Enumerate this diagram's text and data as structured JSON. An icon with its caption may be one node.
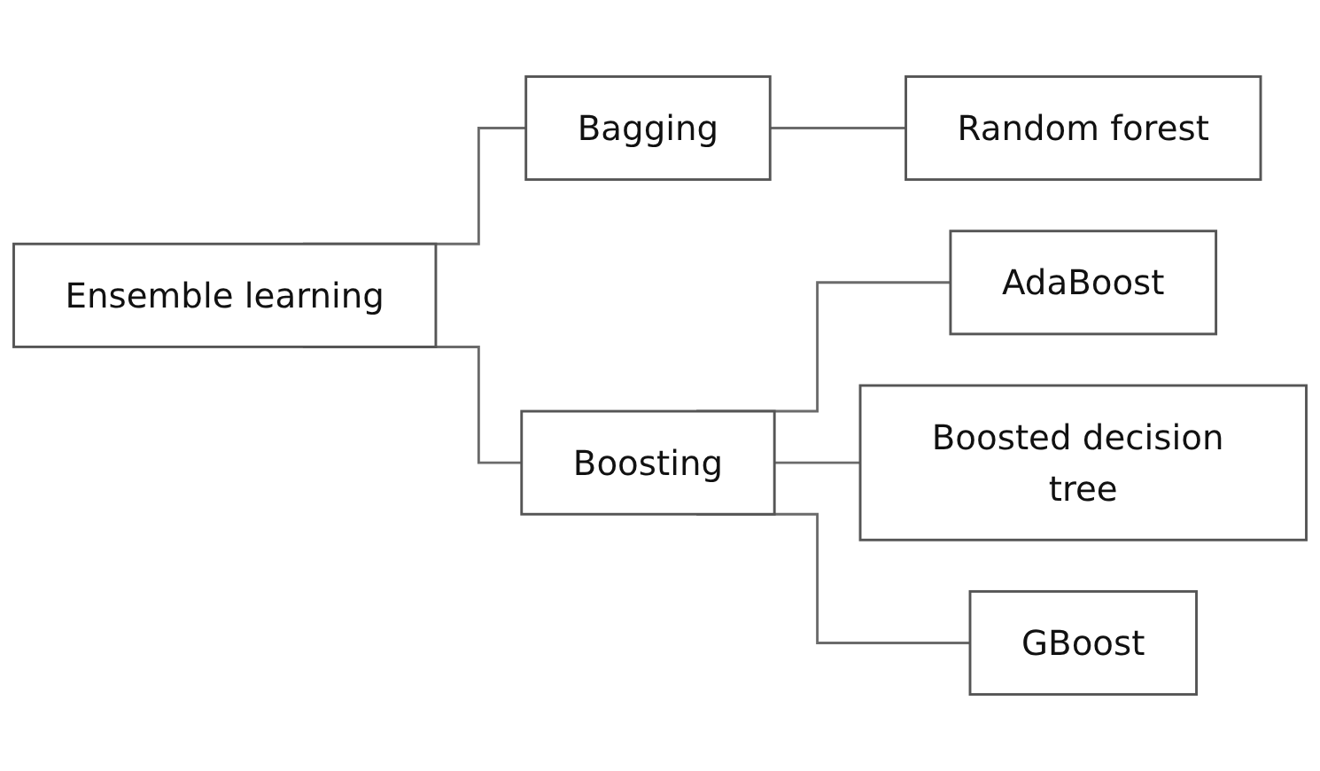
{
  "diagram": {
    "nodes": [
      {
        "text": [
          "Ensemble learning"
        ]
      },
      {
        "text": [
          "Bagging"
        ]
      },
      {
        "text": [
          "Boosting"
        ]
      },
      {
        "text": [
          "Random forest"
        ]
      },
      {
        "text": [
          "AdaBoost"
        ]
      },
      {
        "text": [
          "Boosted decision tree"
        ]
      },
      {
        "text": [
          "GBoost"
        ]
      }
    ],
    "edges": [
      {
        "from": 0,
        "to": 1,
        "arrow": "none"
      },
      {
        "from": 0,
        "to": 2,
        "arrow": "none"
      },
      {
        "from": 1,
        "to": 3,
        "arrow": "none"
      },
      {
        "from": 2,
        "to": 4,
        "arrow": "none"
      },
      {
        "from": 2,
        "to": 5,
        "arrow": "none"
      },
      {
        "from": 2,
        "to": 6,
        "arrow": "none"
      }
    ]
  }
}
